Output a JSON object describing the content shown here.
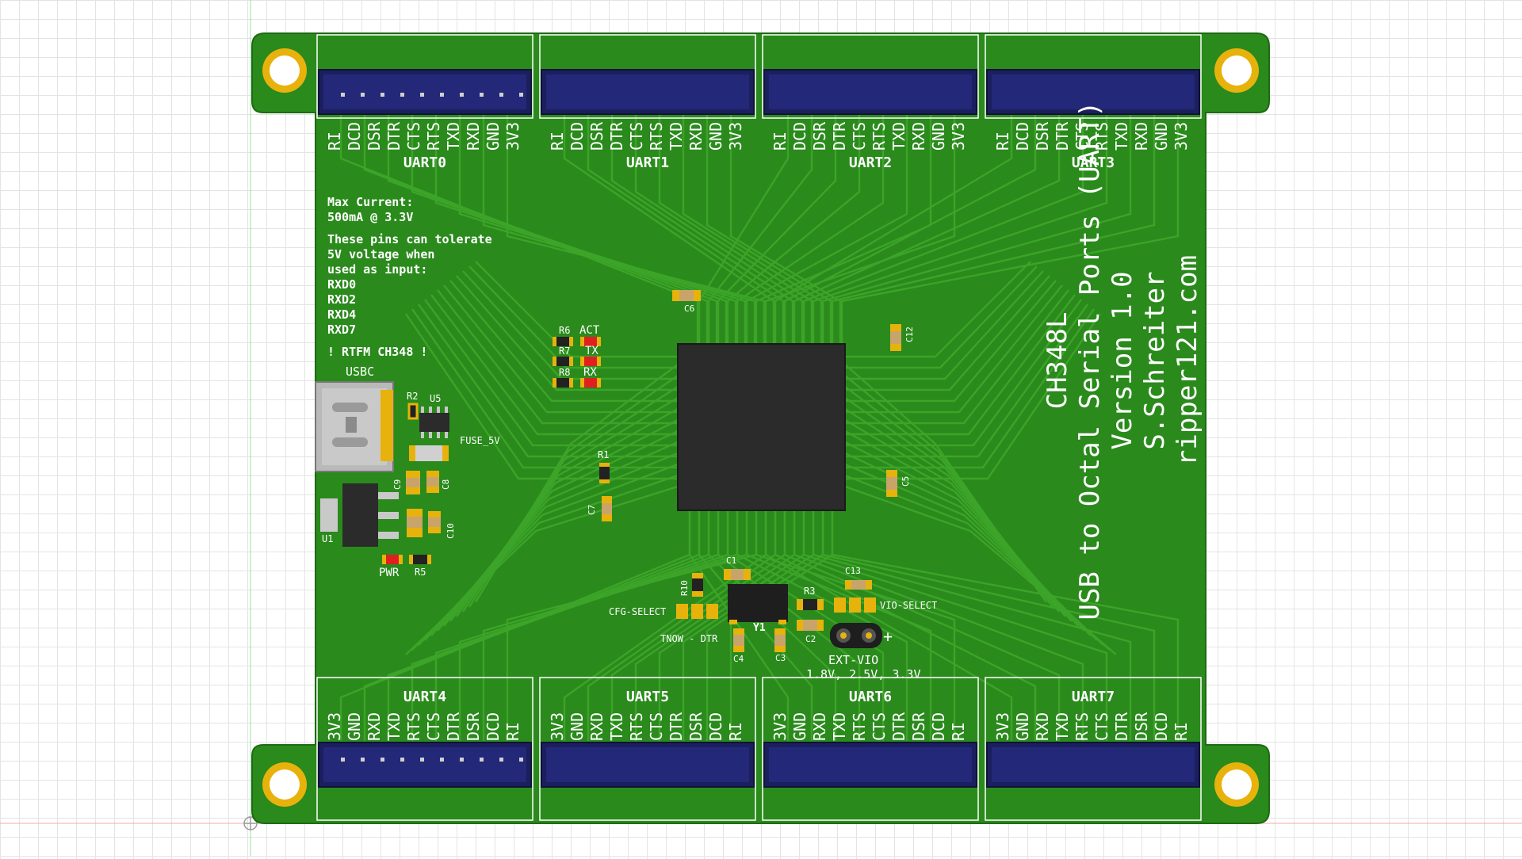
{
  "viewer": {
    "background_color": "#ffffff",
    "grid_color": "#e4e4e4",
    "origin_marker": "origin-crosshair-icon"
  },
  "board": {
    "color": "#2a8a1c",
    "trace_color": "#3ca428",
    "pad_color": "#e8b20c",
    "connector_color": "#1c1f5e",
    "silk_color": "#ffffff",
    "title_block": {
      "line1": "CH348L",
      "line2": "USB to Octal Serial Ports (UART)",
      "line3": "Version 1.0",
      "line4": "S.Schreiter",
      "line5": "ripper121.com"
    },
    "notes": {
      "max_current_label": "Max Current:",
      "max_current_value": "500mA @ 3.3V",
      "tolerate_1": "These pins can tolerate",
      "tolerate_2": "5V voltage when",
      "tolerate_3": "used as input:",
      "pins": [
        "RXD0",
        "RXD2",
        "RXD4",
        "RXD7"
      ],
      "rtfm": "! RTFM CH348 !"
    },
    "top_pin_labels": [
      "RI",
      "DCD",
      "DSR",
      "DTR",
      "CTS",
      "RTS",
      "TXD",
      "RXD",
      "GND",
      "3V3"
    ],
    "bottom_pin_labels": [
      "3V3",
      "GND",
      "RXD",
      "TXD",
      "RTS",
      "CTS",
      "DTR",
      "DSR",
      "DCD",
      "RI"
    ],
    "top_ports": [
      "UART0",
      "UART1",
      "UART2",
      "UART3"
    ],
    "bottom_ports": [
      "UART4",
      "UART5",
      "UART6",
      "UART7"
    ],
    "components": {
      "usbc": "USBC",
      "r2": "R2",
      "u5": "U5",
      "fuse": "FUSE_5V",
      "c9": "C9",
      "c8": "C8",
      "c10": "C10",
      "u1": "U1",
      "pwr": "PWR",
      "r5": "R5",
      "r6": "R6",
      "act": "ACT",
      "r7": "R7",
      "tx": "TX",
      "r8": "R8",
      "rx": "RX",
      "r1": "R1",
      "c7": "C7",
      "c6": "C6",
      "c12": "C12",
      "c5": "C5",
      "c1": "C1",
      "r10": "R10",
      "cfg_select": "CFG-SELECT",
      "tnow_dtr": "TNOW - DTR",
      "c4": "C4",
      "y1": "Y1",
      "c3": "C3",
      "r3": "R3",
      "c2": "C2",
      "c13": "C13",
      "vio_select": "VIO-SELECT",
      "ext_vio": "EXT-VIO",
      "ext_vio_levels": "1.8V, 2.5V, 3.3V",
      "plus": "+"
    }
  }
}
